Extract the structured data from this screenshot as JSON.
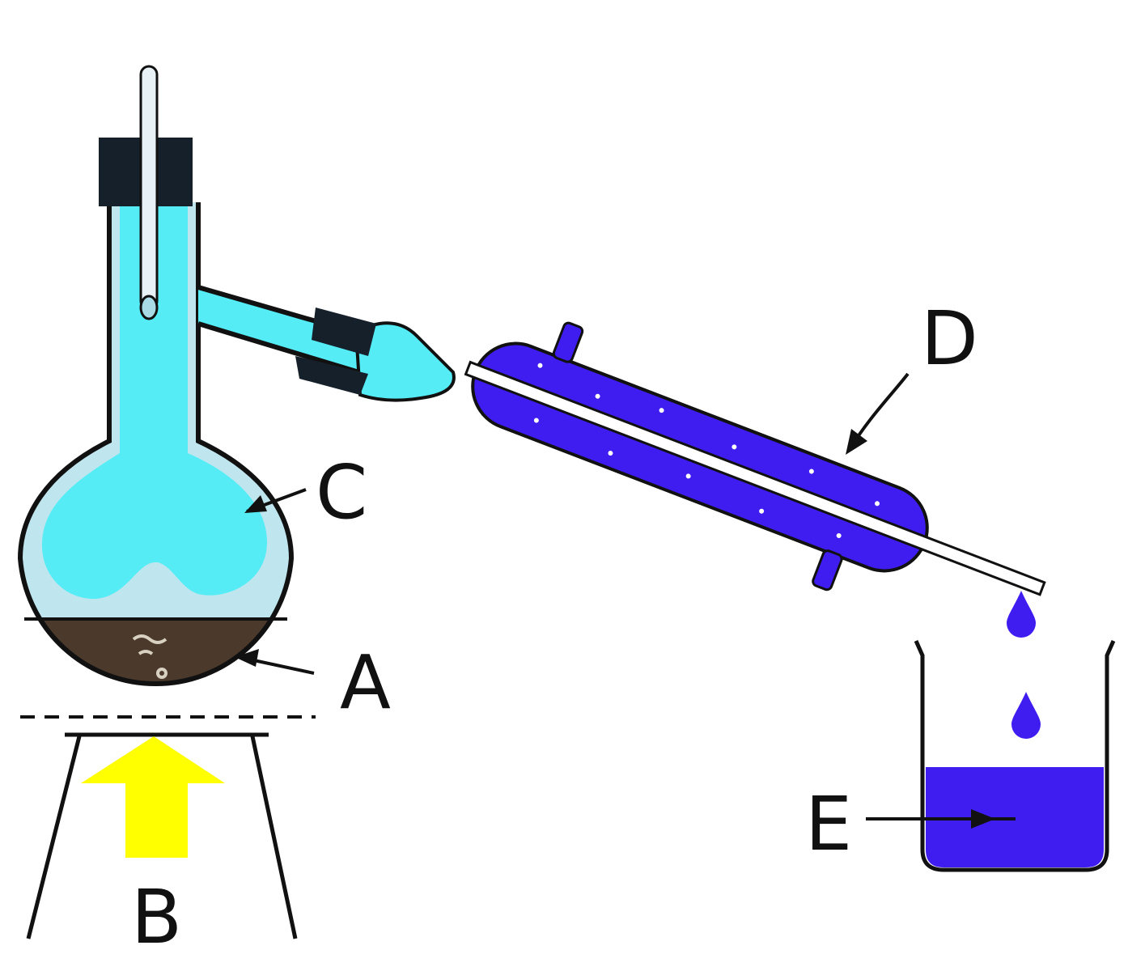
{
  "labels": {
    "a": "A",
    "b": "B",
    "c": "C",
    "d": "D",
    "e": "E"
  },
  "colors": {
    "background": "#ffffff",
    "outline": "#111111",
    "stopper": "#16202a",
    "vapor": "#55ecf5",
    "vapor_light": "#bfe6ef",
    "residue": "#4b3a2c",
    "coolant": "#3f1cf0",
    "distillate": "#3f1cf0",
    "heat_arrow": "#ffff00"
  }
}
